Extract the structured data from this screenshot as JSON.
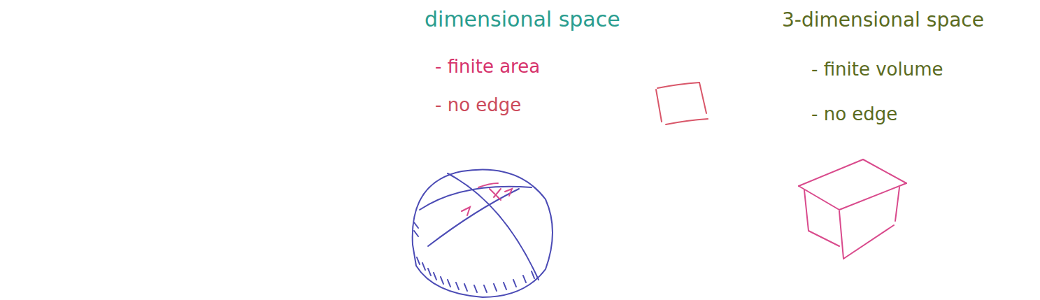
{
  "diagram": {
    "labels": [
      "dimensional space",
      "- finite area",
      "- no edge",
      "3-dimensional space",
      "- finite volume",
      "- no edge"
    ]
  }
}
